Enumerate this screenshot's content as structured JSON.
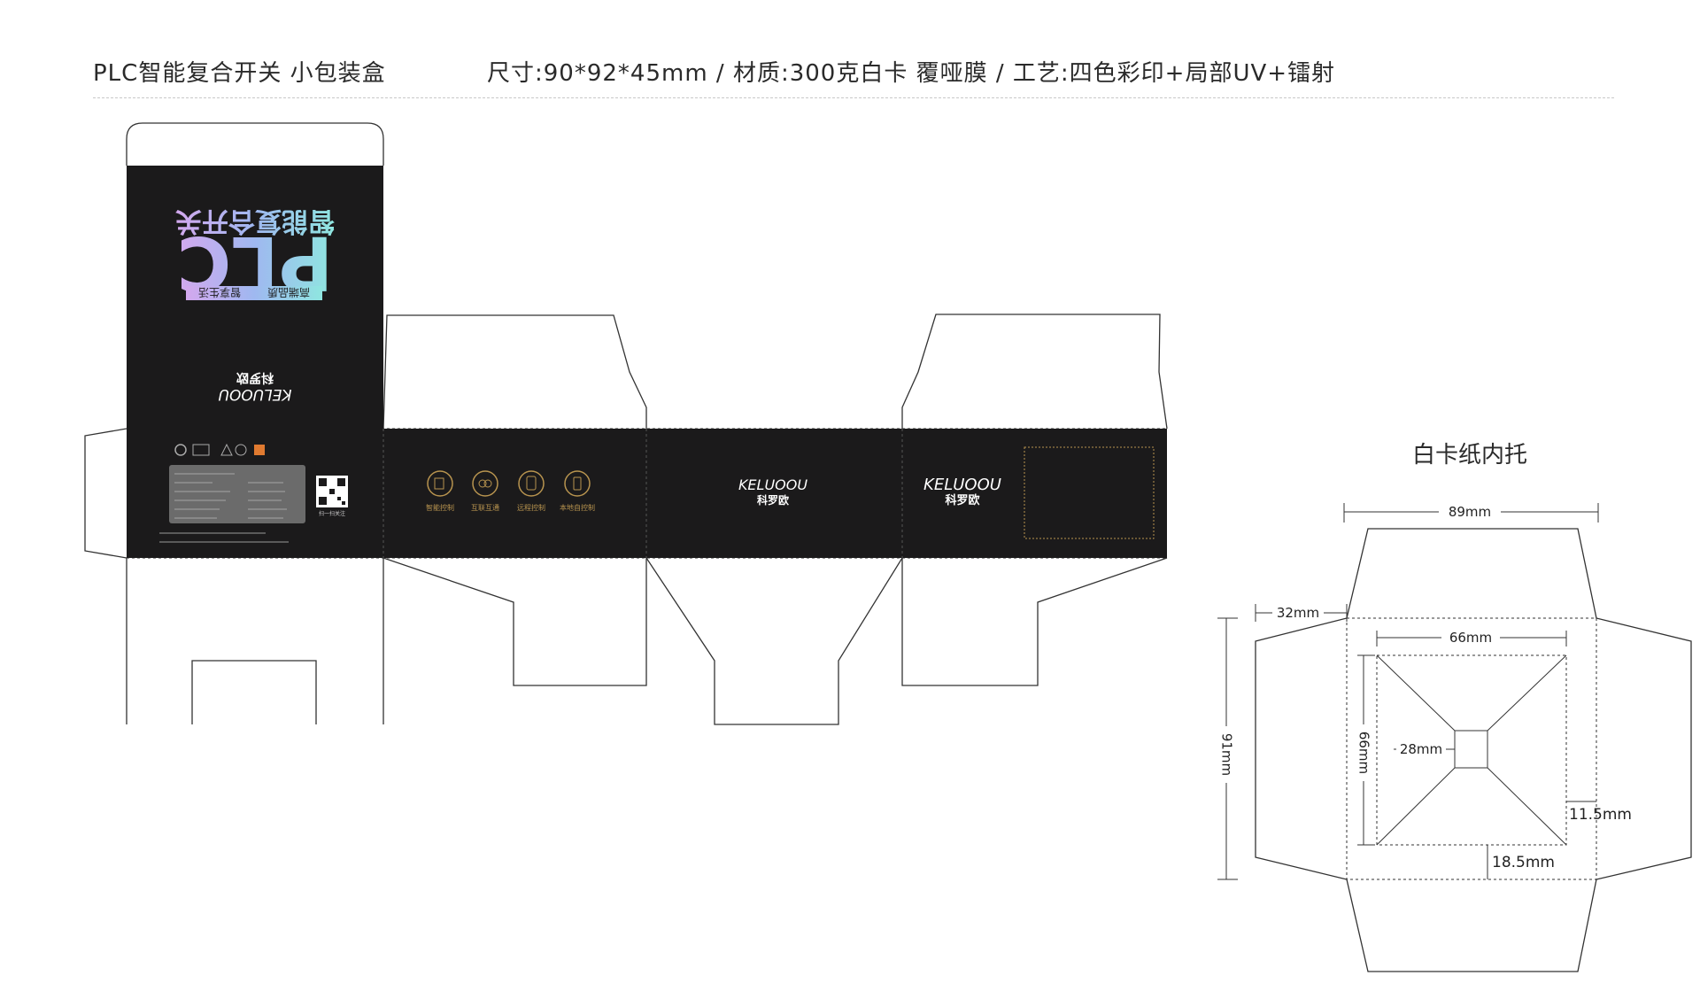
{
  "header": {
    "title": "PLC智能复合开关 小包装盒",
    "spec": "尺寸:90*92*45mm / 材质:300克白卡 覆哑膜   / 工艺:四色彩印+局部UV+镭射"
  },
  "box": {
    "front": {
      "brand_cn": "智能复合开关",
      "logo_text": "PLC",
      "tagline_a": "高端品质",
      "tagline_b": "智享生活",
      "brand_en": "KELUOOU",
      "brand_name": "科罗欧"
    },
    "side_icons": [
      "智能控制",
      "互联互通",
      "远程控制",
      "本地自控制"
    ],
    "panel_brand_en": "KELUOOU",
    "panel_brand_cn": "科罗欧",
    "panel2_brand_en": "KELUOOU",
    "panel2_brand_cn": "科罗欧",
    "qr_caption": "扫一扫关注"
  },
  "insert": {
    "title": "白卡纸内托",
    "dims": {
      "width": "89mm",
      "flap": "32mm",
      "inner_w": "66mm",
      "height": "91mm",
      "inner_h": "66mm",
      "center": "28mm",
      "margin_r": "11.5mm",
      "margin_b": "18.5mm"
    }
  },
  "colors": {
    "dark_panel": "#1b1a1b",
    "gold": "#b8944f",
    "line": "#333333",
    "gradient_a": "#7ae0e8",
    "gradient_b": "#c9a6ef"
  }
}
